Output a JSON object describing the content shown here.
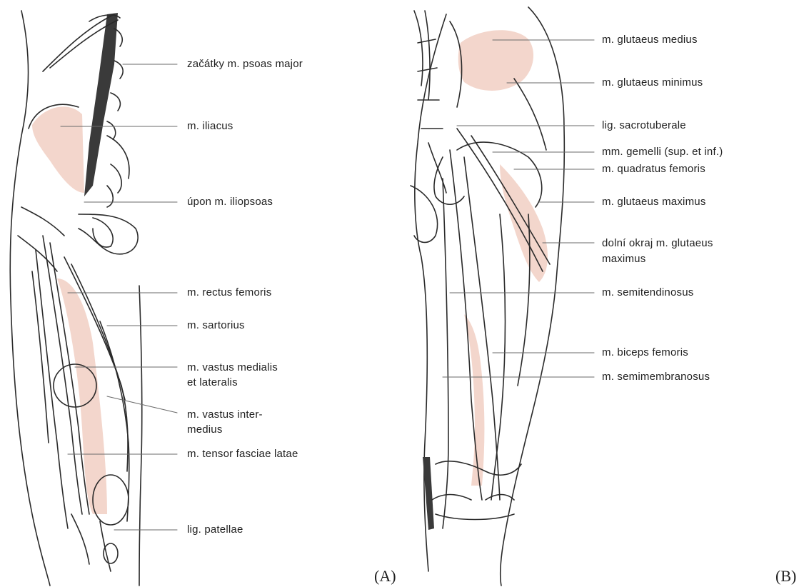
{
  "panels": {
    "A": {
      "tag": "(A)",
      "labels": [
        "začátky m. psoas major",
        "m. iliacus",
        "úpon m. iliopsoas",
        "m. rectus femoris",
        "m. sartorius",
        "m. vastus medialis\net lateralis",
        "m. vastus inter-\nmedius",
        "m. tensor fasciae latae",
        "lig. patellae"
      ]
    },
    "B": {
      "tag": "(B)",
      "labels": [
        "m. glutaeus medius",
        "m. glutaeus minimus",
        "lig. sacrotuberale",
        "mm. gemelli (sup. et inf.)",
        "m. quadratus femoris",
        "m. glutaeus maximus",
        "dolní okraj m. glutaeus\nmaximus",
        "m. semitendinosus",
        "m. biceps femoris",
        "m. semimembranosus"
      ]
    }
  },
  "colors": {
    "outline": "#2a2a2a",
    "muscle_fill": "#f3d6cc",
    "dark_muscle": "#3a3a3a",
    "leader": "#6a6a6a"
  }
}
